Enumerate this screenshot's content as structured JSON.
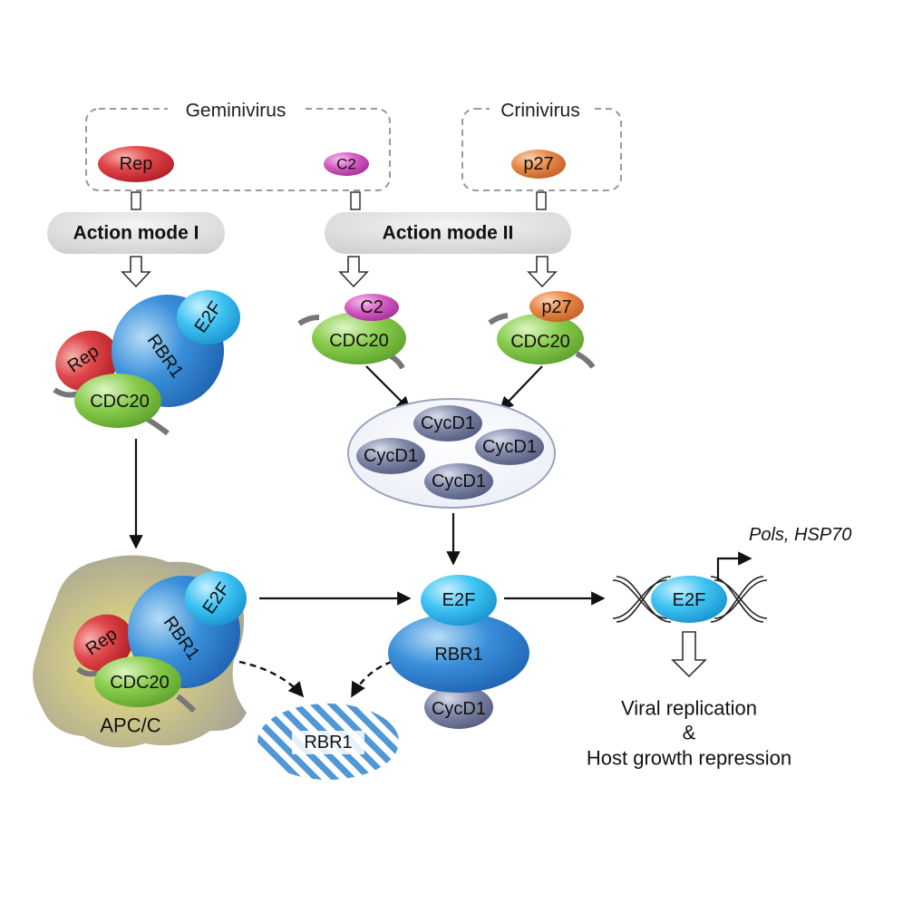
{
  "groups": {
    "geminivirus": "Geminivirus",
    "crinivirus": "Crinivirus"
  },
  "proteins": {
    "rep": "Rep",
    "c2": "C2",
    "p27": "p27",
    "e2f": "E2F",
    "rbr1": "RBR1",
    "cdc20": "CDC20",
    "cycd1": "CycD1"
  },
  "modes": {
    "mode1": "Action mode I",
    "mode2": "Action mode II"
  },
  "complex": {
    "apcc": "APC/C"
  },
  "targets": "Pols, HSP70",
  "outcomes": {
    "line1": "Viral replication",
    "line2": "&",
    "line3": "Host growth repression"
  },
  "colors": {
    "rep": "#d6343b",
    "c2": "#cc4fb8",
    "p27": "#dd7a3c",
    "e2f": "#2bb5ec",
    "rbr1": "#2f7fcf",
    "cdc20": "#7cc142",
    "cycd1": "#6f7a9c",
    "apcc": "#b0ae8e"
  }
}
